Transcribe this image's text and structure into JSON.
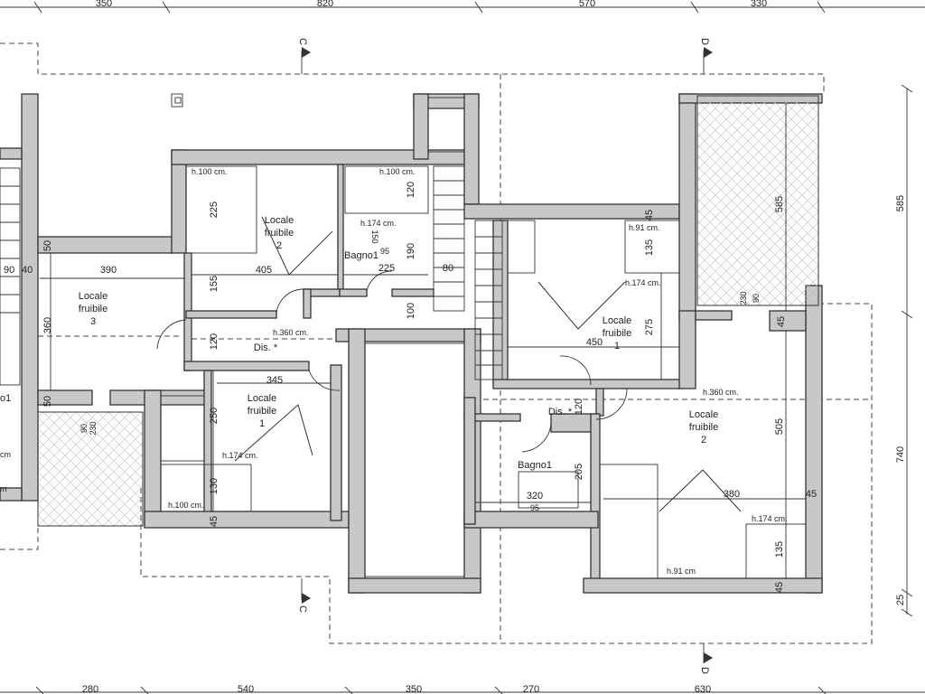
{
  "dimensions": {
    "top": [
      "350",
      "820",
      "570",
      "330"
    ],
    "bottom": [
      "280",
      "540",
      "350",
      "270",
      "630"
    ],
    "right": [
      "585",
      "740",
      "25"
    ],
    "left_unit": {
      "d390a": "390",
      "d405": "405",
      "d225b": "225",
      "d80": "80",
      "d90": "90",
      "d40": "40",
      "d360": "360",
      "d50a": "50",
      "d50b": "50",
      "d225a": "225",
      "d155": "155",
      "d120a": "120",
      "d120b": "120",
      "d190": "190",
      "d100": "100",
      "d345": "345",
      "d250": "250",
      "d130": "130",
      "d45a": "45",
      "d90s": "90",
      "d230": "230"
    },
    "right_unit": {
      "d450": "450",
      "d275": "275",
      "d45b": "45",
      "d135a": "135",
      "d585v": "585",
      "d230b": "230",
      "d90b": "90",
      "d45c": "45",
      "d120c": "120",
      "d505": "505",
      "d205": "205",
      "d320": "320",
      "d380": "380",
      "d45d": "45",
      "d135b": "135",
      "d45e": "45"
    }
  },
  "section_markers": {
    "c_top": "C",
    "c_bottom": "C",
    "d_top": "D",
    "d_bottom": "D"
  },
  "rooms_left": {
    "locale3": [
      "Locale",
      "fruibile",
      "3"
    ],
    "locale2": [
      "Locale",
      "fruibile",
      "2"
    ],
    "locale1": [
      "Locale",
      "fruibile",
      "1"
    ],
    "bagno": "Bagno1",
    "dis": "Dis. *"
  },
  "rooms_right": {
    "locale1": [
      "Locale",
      "fruibile",
      "1"
    ],
    "locale2": [
      "Locale",
      "fruibile",
      "2"
    ],
    "bagno": "Bagno1",
    "dis": "Dis. *"
  },
  "heights": {
    "h100_a": "h.100 cm.",
    "h100_b": "h.100 cm.",
    "h174_a": "h.174 cm.",
    "h360_a": "h.360 cm.",
    "h174_b": "h.174 cm.",
    "h100_c": "h.100 cm.",
    "h91_a": "h.91 cm.",
    "h174_c": "h.174 cm.",
    "h360_b": "h.360 cm.",
    "h174_d": "h.174 cm.",
    "h91_b": "h.91 cm"
  },
  "small_labels": {
    "s95a": "95",
    "s95b": "95",
    "s150": "150"
  },
  "edge_fragments": {
    "f1": "o1",
    "f2": "cm",
    "f3": "m"
  }
}
